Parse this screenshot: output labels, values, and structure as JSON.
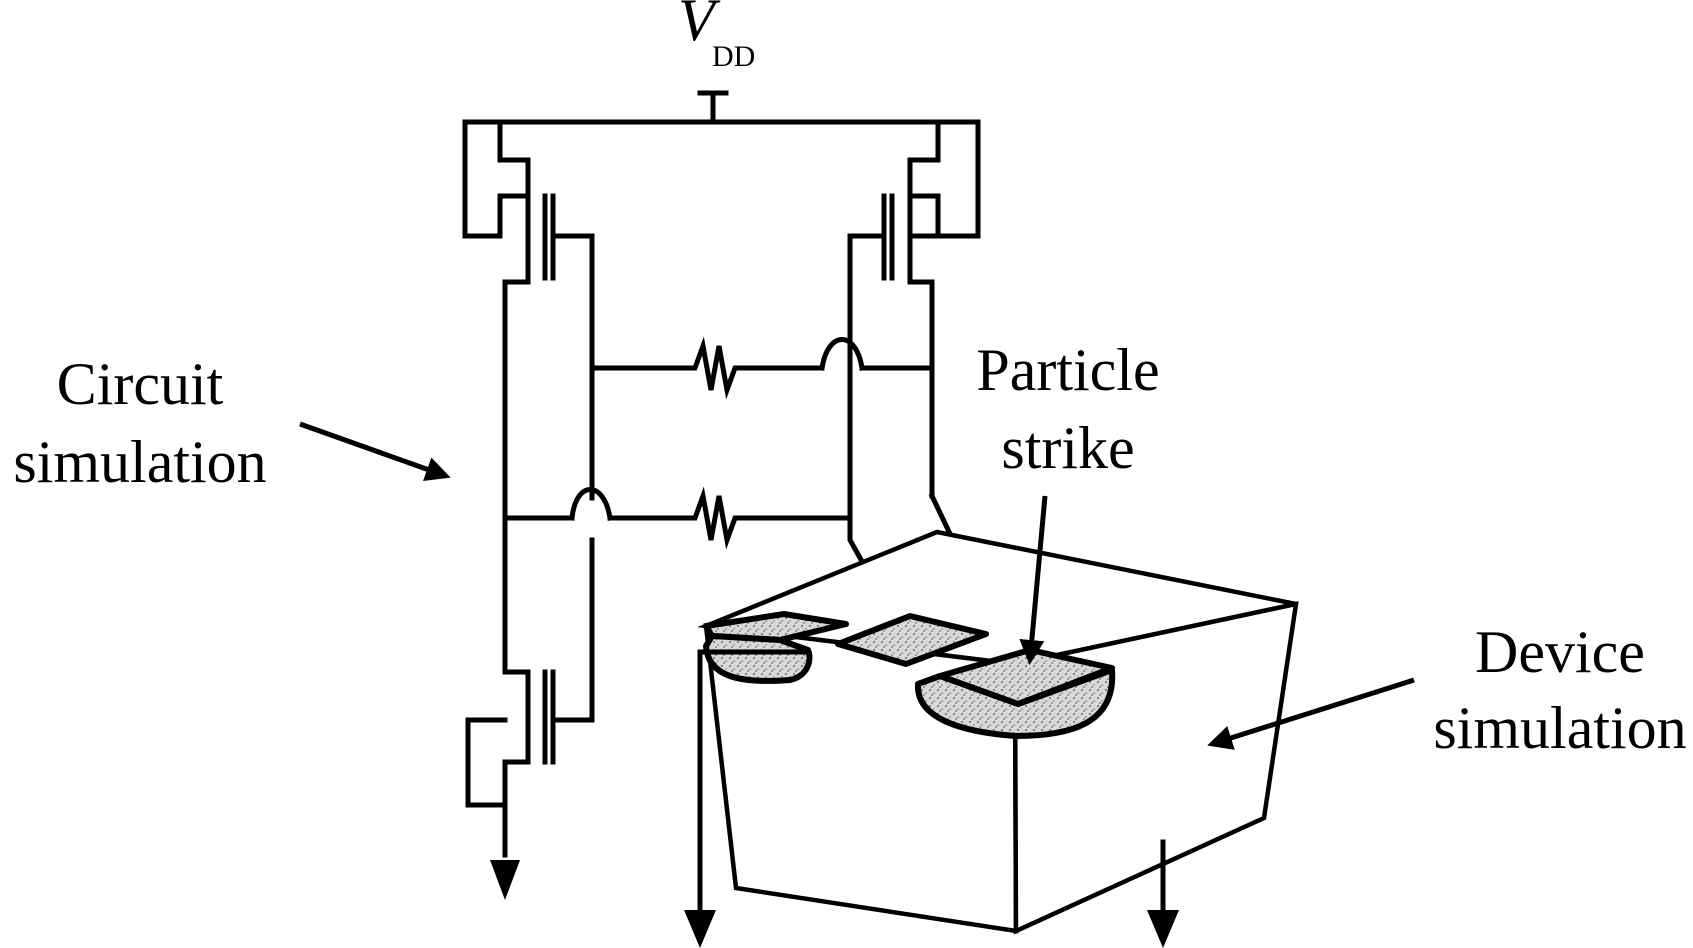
{
  "labels": {
    "vdd_main": "V",
    "vdd_sub": "DD",
    "circuit_line1": "Circuit",
    "circuit_line2": "simulation",
    "particle_line1": "Particle",
    "particle_line2": "strike",
    "device_line1": "Device",
    "device_line2": "simulation"
  },
  "colors": {
    "ink": "#000000",
    "background": "#ffffff",
    "doped_region": "#d4d4d4"
  }
}
